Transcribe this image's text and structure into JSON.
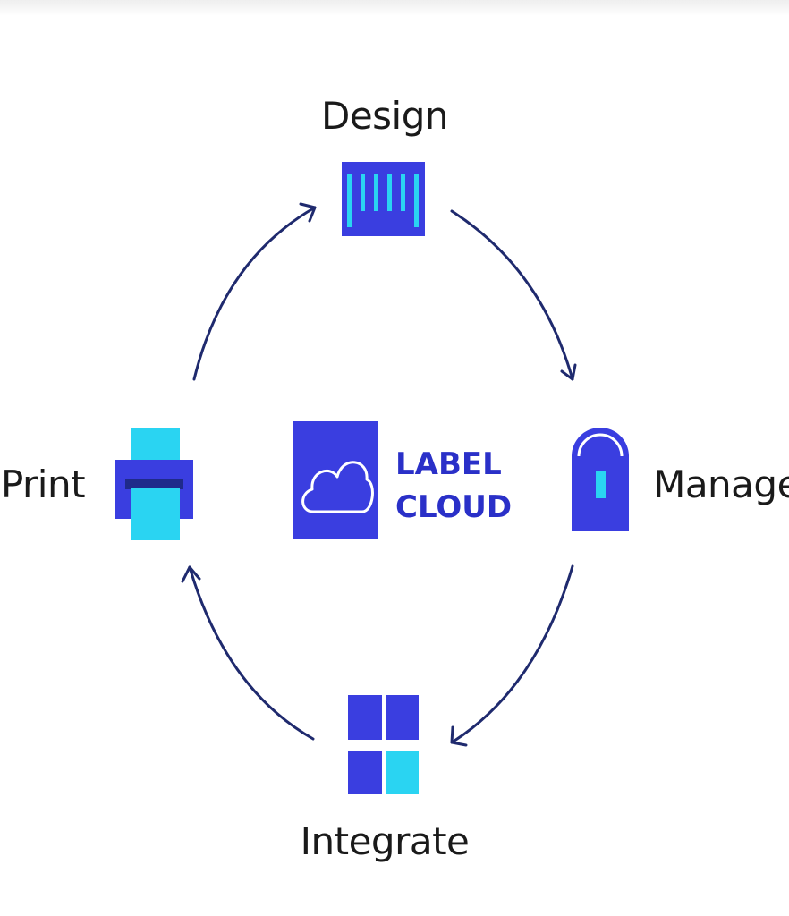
{
  "steps": {
    "design": "Design",
    "manage": "Manage",
    "integrate": "Integrate",
    "print": "Print"
  },
  "center": {
    "line1": "LABEL",
    "line2": "CLOUD"
  },
  "colors": {
    "primary": "#3a3ee0",
    "accent": "#2ad4f2",
    "arrow": "#1f2a6e",
    "center_text": "#2a30c8"
  },
  "icons": {
    "design": "barcode-icon",
    "manage": "padlock-icon",
    "integrate": "grid-icon",
    "print": "printer-icon",
    "center": "cloud-icon"
  }
}
